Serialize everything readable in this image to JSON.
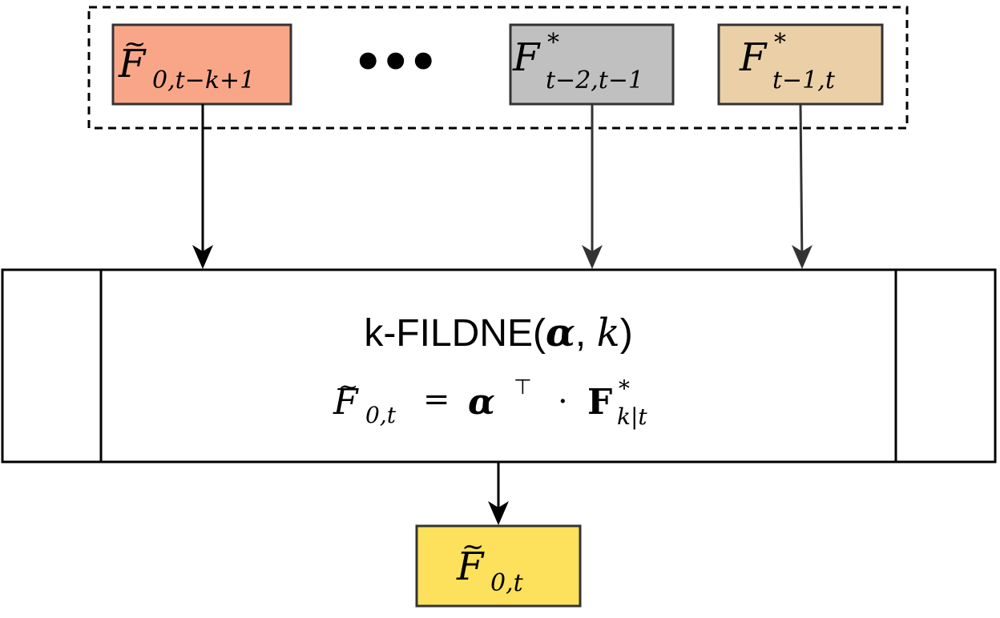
{
  "colors": {
    "input_first": "#f9a688",
    "input_mid": "#c0c0c0",
    "input_last": "#ebd0a7",
    "output": "#fde05c",
    "stroke": "#333333"
  },
  "inputs": [
    {
      "base": "F",
      "tilde": true,
      "sup": "",
      "sub": "0,t−k+1"
    },
    {
      "base": "F",
      "tilde": false,
      "sup": "*",
      "sub": "t−2,t−1"
    },
    {
      "base": "F",
      "tilde": false,
      "sup": "*",
      "sub": "t−1,t"
    }
  ],
  "ellipsis": "•••",
  "process": {
    "name_prefix": "k-FILDNE(",
    "alpha": "α",
    "comma": ", ",
    "k": "k",
    "name_suffix": ")",
    "formula": {
      "lhs_base": "F",
      "lhs_sub": "0,t",
      "equals": "=",
      "alpha": "α",
      "transpose": "⊤",
      "dot": "·",
      "rhs_base": "F",
      "rhs_sup": "*",
      "rhs_sub": "k|t"
    }
  },
  "output": {
    "base": "F",
    "tilde": true,
    "sub": "0,t"
  }
}
